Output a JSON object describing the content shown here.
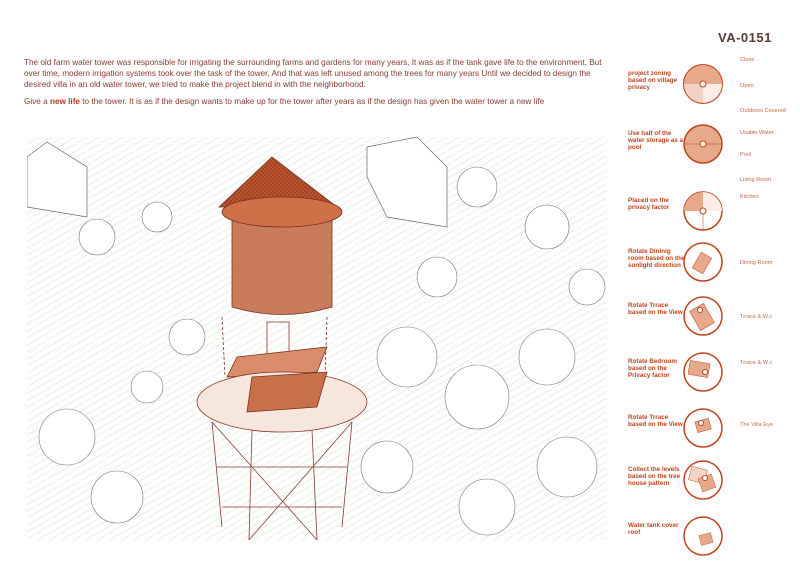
{
  "sheet_id": "VA-0151",
  "intro": "The old farm water tower was responsible for irrigating the surrounding farms and gardens for many years, It was as if the tank gave life to the environment, But over time, modern irrigation systems took over the task of the tower, And that was left unused among the trees for many years Until we decided to design the desired villa in an old water tower, we tried to make the project blend in with the neighborhood.",
  "lead": {
    "before": "Give a ",
    "highlight": "new life",
    "after": " to the tower. It is as if the design wants to make up for the tower after years as if the design has given the water tower a new life"
  },
  "colors": {
    "accent": "#c0441b",
    "text": "#8a3b2f",
    "fill_light": "#f3d3c3",
    "fill_mid": "#e6a98c",
    "hatch": "#b9d6b5"
  },
  "steps": [
    {
      "label": "project zoning based on village privacy",
      "tags": [
        "Close",
        "Open",
        "Outdoors Covered"
      ]
    },
    {
      "label": "Use half of the water storage as a pool",
      "tags": [
        "Usable Water",
        "Pool"
      ]
    },
    {
      "label": "Placed on the privacy factor",
      "tags": [
        "Living Room",
        "Kitchen"
      ]
    },
    {
      "label": "Rotate Dininig room based on the sunlight direction",
      "tags": [
        "Dining Room"
      ]
    },
    {
      "label": "Rotate Trrace based on the View",
      "tags": [
        "Trrace & W.c"
      ]
    },
    {
      "label": "Rotate Bedroom based on the Privacy factor",
      "tags": [
        "Trrace & W.c"
      ]
    },
    {
      "label": "Rotate Trrace based on the View",
      "tags": [
        "The Villa Eye"
      ]
    },
    {
      "label": "Collect the levels based on the tree house pattern",
      "tags": []
    },
    {
      "label": "Water tank cover roof",
      "tags": []
    }
  ]
}
